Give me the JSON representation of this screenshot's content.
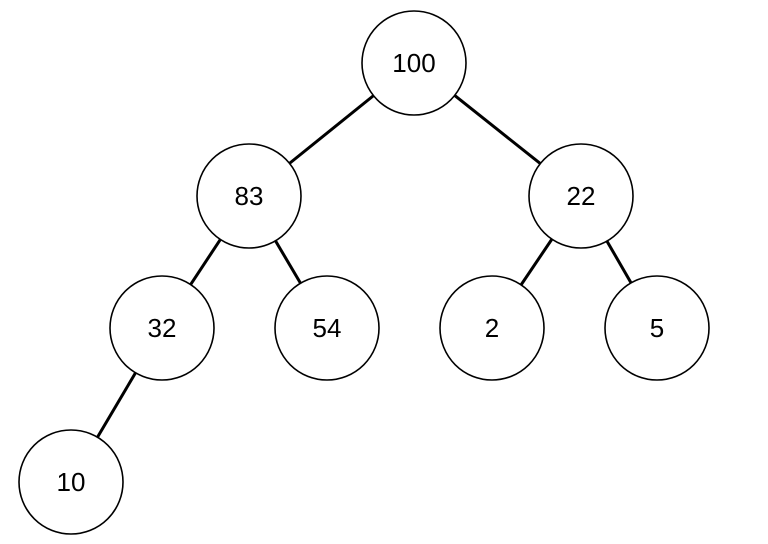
{
  "tree": {
    "nodes": [
      {
        "id": "n100",
        "label": "100"
      },
      {
        "id": "n83",
        "label": "83"
      },
      {
        "id": "n22",
        "label": "22"
      },
      {
        "id": "n32",
        "label": "32"
      },
      {
        "id": "n54",
        "label": "54"
      },
      {
        "id": "n2",
        "label": "2"
      },
      {
        "id": "n5",
        "label": "5"
      },
      {
        "id": "n10",
        "label": "10"
      }
    ],
    "edges": [
      {
        "from": "n100",
        "to": "n83"
      },
      {
        "from": "n100",
        "to": "n22"
      },
      {
        "from": "n83",
        "to": "n32"
      },
      {
        "from": "n83",
        "to": "n54"
      },
      {
        "from": "n22",
        "to": "n2"
      },
      {
        "from": "n22",
        "to": "n5"
      },
      {
        "from": "n32",
        "to": "n10"
      }
    ]
  }
}
